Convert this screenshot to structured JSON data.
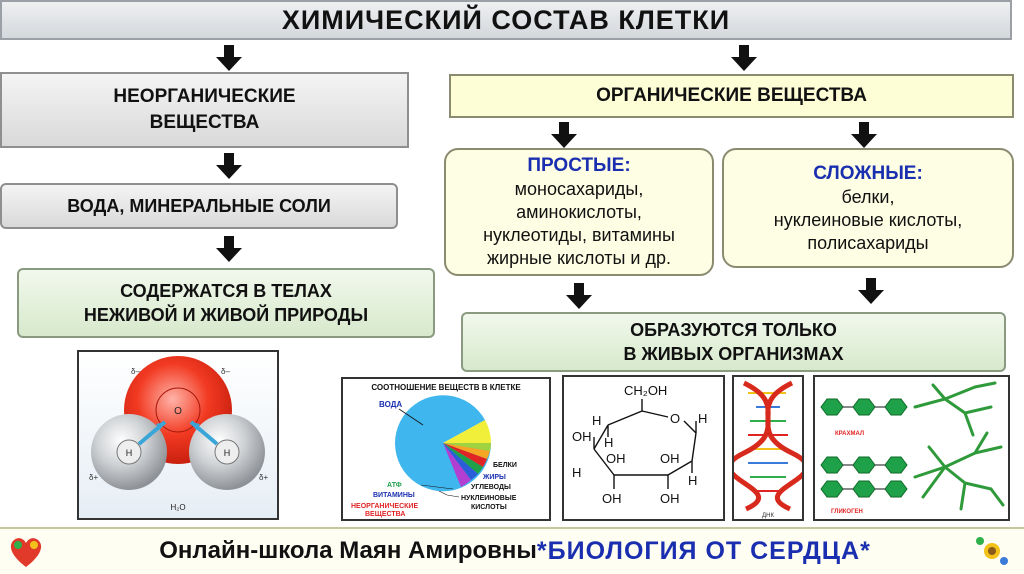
{
  "title": "ХИМИЧЕСКИЙ СОСТАВ КЛЕТКИ",
  "inorganic": {
    "label_line1": "НЕОРГАНИЧЕСКИЕ",
    "label_line2": "ВЕЩЕСТВА",
    "examples": "ВОДА,  МИНЕРАЛЬНЫЕ СОЛИ",
    "occurrence_line1": "СОДЕРЖАТСЯ В ТЕЛАХ",
    "occurrence_line2": "НЕЖИВОЙ  И ЖИВОЙ ПРИРОДЫ"
  },
  "organic": {
    "label": "ОРГАНИЧЕСКИЕ  ВЕЩЕСТВА",
    "simple": {
      "heading": "ПРОСТЫЕ:",
      "items": [
        "моносахариды,",
        "аминокислоты,",
        "нуклеотиды, витамины",
        "жирные кислоты и др."
      ]
    },
    "complex": {
      "heading": "СЛОЖНЫЕ:",
      "items": [
        "белки,",
        "нуклеиновые кислоты,",
        "полисахариды"
      ]
    },
    "occurrence_line1": "ОБРАЗУЮТСЯ ТОЛЬКО",
    "occurrence_line2": "В ЖИВЫХ   ОРГАНИЗМАХ"
  },
  "water_molecule": {
    "atom_o": "O",
    "atom_h1": "H",
    "atom_h2": "H",
    "charge_neg1": "δ–",
    "charge_neg2": "δ–",
    "charge_pos1": "δ+",
    "charge_pos2": "δ+",
    "formula": "H₂O"
  },
  "pie_chart": {
    "title": "СООТНОШЕНИЕ ВЕЩЕСТВ В КЛЕТКЕ",
    "labels": {
      "water": "ВОДА",
      "proteins": "БЕЛКИ",
      "fats": "ЖИРЫ",
      "carbs": "УГЛЕВОДЫ",
      "nucleic_line1": "НУКЛЕИНОВЫЕ",
      "nucleic_line2": "КИСЛОТЫ",
      "atp": "АТФ",
      "vitamins": "ВИТАМИНЫ",
      "inorganic_line1": "НЕОРГАНИЧЕСКИЕ",
      "inorganic_line2": "ВЕЩЕСТВА"
    },
    "colors": {
      "water": "#3fb6ee",
      "proteins": "#f2ef3a",
      "fats": "#9fd340",
      "carbs": "#f5a623",
      "nucleic": "#e02424",
      "atp": "#1fa14a",
      "vitamins": "#2b5dd8",
      "inorganic": "#b23fd1"
    }
  },
  "glucose": {
    "ch2oh": "CH₂OH",
    "o": "O",
    "h": "H",
    "oh": "OH"
  },
  "dna": {
    "caption": "ДНК"
  },
  "polysaccharides": {
    "starch": "КРАХМАЛ",
    "glycogen": "ГЛИКОГЕН"
  },
  "footer": {
    "main": "Онлайн-школа Маян Амировны",
    "accent": "*БИОЛОГИЯ ОТ СЕРДЦА*"
  }
}
